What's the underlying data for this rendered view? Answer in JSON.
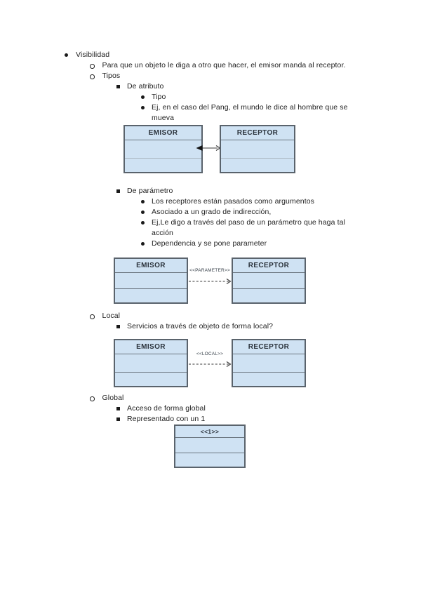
{
  "outline": {
    "items": [
      {
        "level": 1,
        "bullet": "disc",
        "text": "Visibilidad"
      },
      {
        "level": 2,
        "bullet": "circle",
        "text": "Para que un objeto le diga a otro que hacer, el emisor manda al receptor."
      },
      {
        "level": 2,
        "bullet": "circle",
        "text": "Tipos"
      },
      {
        "level": 3,
        "bullet": "square",
        "text": "De atributo"
      },
      {
        "level": 4,
        "bullet": "disc",
        "text": "Tipo"
      },
      {
        "level": 4,
        "bullet": "disc",
        "text": "Ej, en el caso del Pang, el mundo le dice al hombre que se mueva"
      },
      {
        "level": 3,
        "bullet": "square",
        "text": "De parámetro"
      },
      {
        "level": 4,
        "bullet": "disc",
        "text": "Los receptores están pasados como argumentos"
      },
      {
        "level": 4,
        "bullet": "disc",
        "text": "Asociado a un grado de indirección,"
      },
      {
        "level": 4,
        "bullet": "disc",
        "text": "Ej,Le digo a través del paso de un parámetro que haga tal acción"
      },
      {
        "level": 4,
        "bullet": "disc",
        "text": "Dependencia y se pone parameter"
      },
      {
        "level": 2,
        "bullet": "circle",
        "text": "Local"
      },
      {
        "level": 3,
        "bullet": "square",
        "text": "Servicios a través de objeto de forma local?"
      },
      {
        "level": 2,
        "bullet": "circle",
        "text": "Global"
      },
      {
        "level": 3,
        "bullet": "square",
        "text": "Acceso de forma global"
      },
      {
        "level": 3,
        "bullet": "square",
        "text": "Representado con un 1"
      }
    ]
  },
  "diagrams": {
    "attribute": {
      "emisor": "EMISOR",
      "receptor": "RECEPTOR"
    },
    "parameter": {
      "emisor": "EMISOR",
      "receptor": "RECEPTOR",
      "stereotype": "<<PARAMETER>>"
    },
    "local": {
      "emisor": "EMISOR",
      "receptor": "RECEPTOR",
      "stereotype": "<<LOCAL>>"
    },
    "global": {
      "title": "<<1>>"
    }
  },
  "colors": {
    "page_background": "#ffffff",
    "box_fill": "#cfe2f3",
    "box_border": "#5a636c",
    "divider": "#6b7680",
    "divider_light": "#a9b6c0",
    "text": "#212121"
  }
}
